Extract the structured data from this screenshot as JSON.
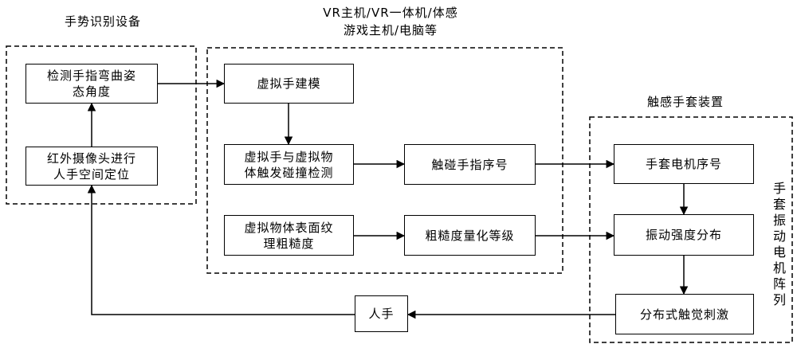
{
  "groups": {
    "gesture": {
      "title": "手势识别设备"
    },
    "host": {
      "title_line1": "VR主机/VR一体机/体感",
      "title_line2": "游戏主机/电脑等"
    },
    "glove": {
      "title": "触感手套装置",
      "side_label": "手套振动电机阵列"
    }
  },
  "boxes": {
    "detect": {
      "line1": "检测手指弯曲姿",
      "line2": "态角度"
    },
    "infrared": {
      "line1": "红外摄像头进行",
      "line2": "人手空间定位"
    },
    "modeling": {
      "line1": "虚拟手建模"
    },
    "collision": {
      "line1": "虚拟手与虚拟物",
      "line2": "体触发碰撞检测"
    },
    "texture": {
      "line1": "虚拟物体表面纹",
      "line2": "理粗糙度"
    },
    "finger_seq": {
      "line1": "触碰手指序号"
    },
    "roughness": {
      "line1": "粗糙度量化等级"
    },
    "motor_seq": {
      "line1": "手套电机序号"
    },
    "vibration": {
      "line1": "振动强度分布"
    },
    "tactile": {
      "line1": "分布式触觉刺激"
    },
    "hand": {
      "line1": "人手"
    }
  }
}
